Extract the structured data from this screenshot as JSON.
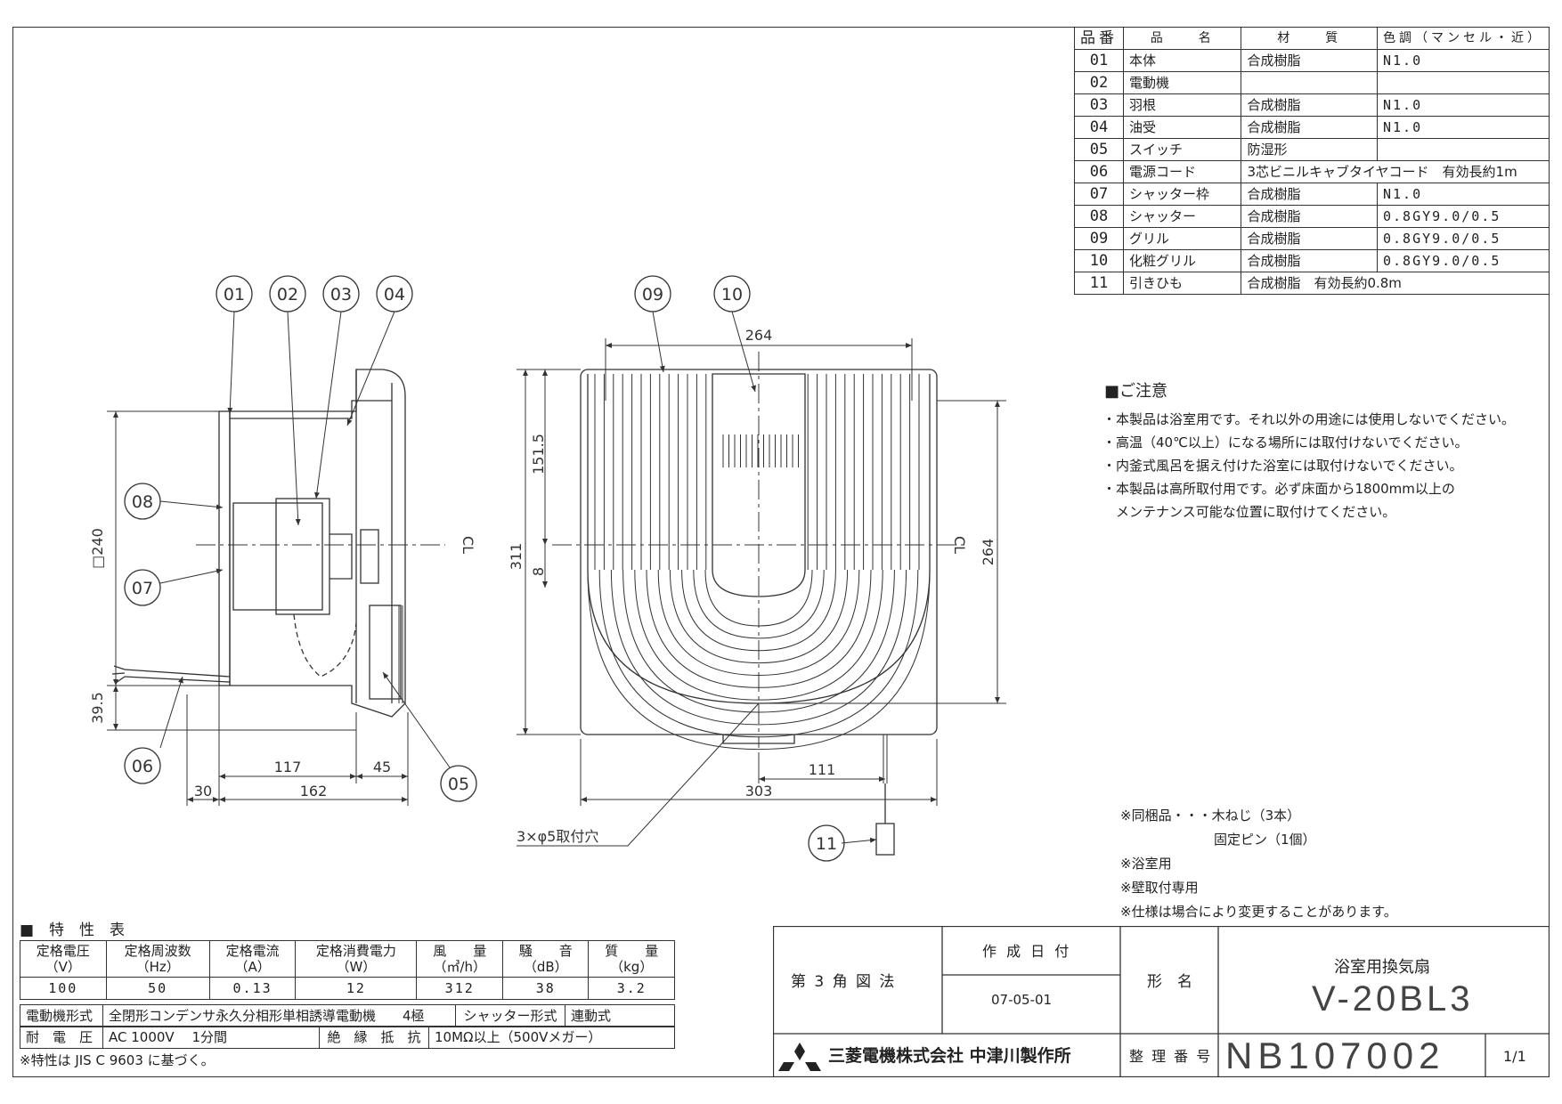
{
  "parts_table": {
    "headers": [
      "品番",
      "品　　名",
      "材　　質",
      "色調（マンセル・近）"
    ],
    "rows": [
      [
        "01",
        "本体",
        "合成樹脂",
        "N1.0"
      ],
      [
        "02",
        "電動機",
        "",
        ""
      ],
      [
        "03",
        "羽根",
        "合成樹脂",
        "N1.0"
      ],
      [
        "04",
        "油受",
        "合成樹脂",
        "N1.0"
      ],
      [
        "05",
        "スイッチ",
        "防湿形",
        ""
      ],
      [
        "06",
        "電源コード",
        "3芯ビニルキャブタイヤコード　有効長約1m",
        ""
      ],
      [
        "07",
        "シャッター枠",
        "合成樹脂",
        "N1.0"
      ],
      [
        "08",
        "シャッター",
        "合成樹脂",
        "0.8GY9.0/0.5"
      ],
      [
        "09",
        "グリル",
        "合成樹脂",
        "0.8GY9.0/0.5"
      ],
      [
        "10",
        "化粧グリル",
        "合成樹脂",
        "0.8GY9.0/0.5"
      ],
      [
        "11",
        "引きひも",
        "合成樹脂　有効長約0.8m",
        ""
      ]
    ]
  },
  "notes": {
    "heading": "■ご注意",
    "lines": [
      "・本製品は浴室用です。それ以外の用途には使用しないでください。",
      "・高温（40℃以上）になる場所には取付けないでください。",
      "・内釜式風呂を据え付けた浴室には取付けないでください。",
      "・本製品は高所取付用です。必ず床面から1800mm以上の",
      "　メンテナンス可能な位置に取付けてください。"
    ]
  },
  "accessories": [
    "※同梱品・・・木ねじ（3本）",
    "　　　　　　　固定ピン（1個）",
    "※浴室用",
    "※壁取付専用",
    "※仕様は場合により変更することがあります。"
  ],
  "side_view": {
    "callouts": [
      "01",
      "02",
      "03",
      "04",
      "08",
      "07",
      "06",
      "05"
    ],
    "dims": {
      "height": "□240",
      "bottom": "39.5",
      "depth1": "117",
      "depth2": "45",
      "rear": "30",
      "total": "162"
    },
    "centerline": "CL"
  },
  "front_view": {
    "callouts": [
      "09",
      "10",
      "11"
    ],
    "dims": {
      "top_width": "264",
      "upper": "151.5",
      "height": "311",
      "offset": "8",
      "right_height": "264",
      "pull_offset": "111",
      "width": "303"
    },
    "hole_note": "3×φ5取付穴",
    "centerline": "CL"
  },
  "spec_table": {
    "heading": "■　特　性　表",
    "headers": [
      [
        "定格電圧",
        "（V）"
      ],
      [
        "定格周波数",
        "（Hz）"
      ],
      [
        "定格電流",
        "（A）"
      ],
      [
        "定格消費電力",
        "（W）"
      ],
      [
        "風　　量",
        "（㎥/h）"
      ],
      [
        "騒　　音",
        "（dB）"
      ],
      [
        "質　　量",
        "（kg）"
      ]
    ],
    "values": [
      "100",
      "50",
      "0.13",
      "12",
      "312",
      "38",
      "3.2"
    ],
    "motor_label": "電動機形式",
    "motor_value": "全閉形コンデンサ永久分相形単相誘導電動機　　4極",
    "shutter_label": "シャッター形式",
    "shutter_value": "連動式",
    "voltage_label": "耐　電　圧",
    "voltage_value": "AC 1000V　 1分間",
    "insulation_label": "絶　縁　抵　抗",
    "insulation_value": "10MΩ以上（500Vメガー）",
    "footnote": "※特性は JIS C 9603 に基づく。"
  },
  "title_block": {
    "projection": "第 3 角 図 法",
    "date_label": "作 成 日 付",
    "date_value": "07-05-01",
    "model_label": "形　名",
    "product": "浴室用換気扇",
    "model": "V-20BL3",
    "company": "三菱電機株式会社 中津川製作所",
    "ref_label": "整 理 番 号",
    "ref_number": "NB107002",
    "page": "1/1"
  }
}
